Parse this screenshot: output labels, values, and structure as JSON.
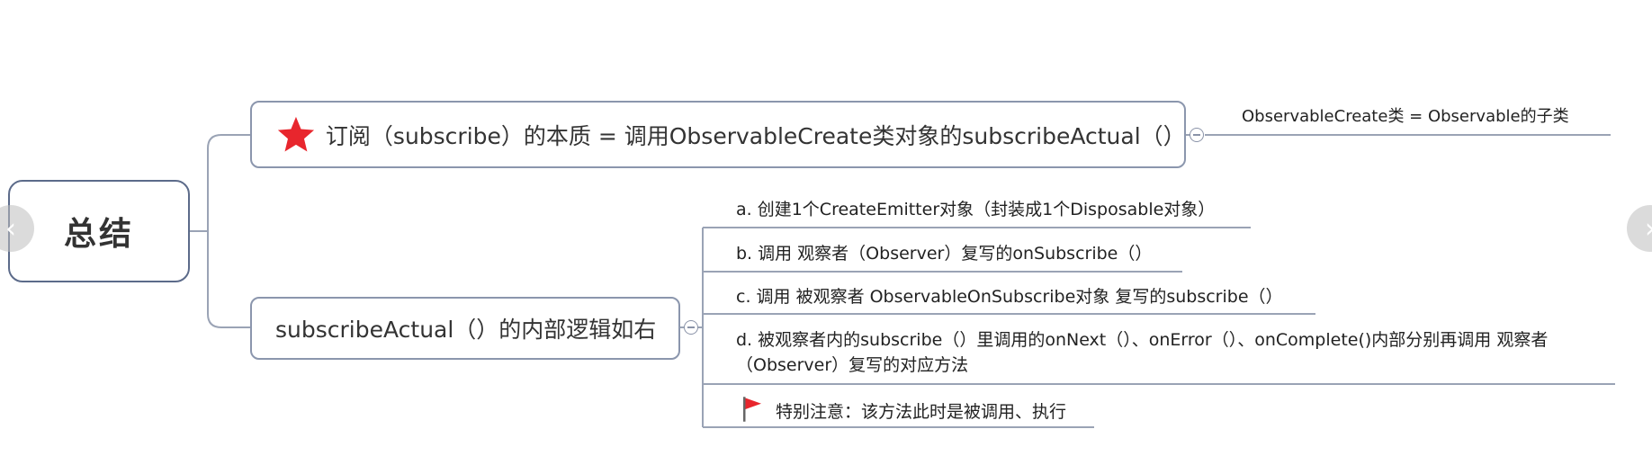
{
  "root": {
    "label": "总结"
  },
  "branches": [
    {
      "label": "订阅（subscribe）的本质 = 调用ObservableCreate类对象的subscribeActual（）",
      "marker": "star-icon"
    },
    {
      "label": "subscribeActual（）的内部逻辑如右"
    }
  ],
  "branch1_children": [
    {
      "label": "ObservableCreate类 = Observable的子类"
    }
  ],
  "branch2_children": [
    {
      "label": "a. 创建1个CreateEmitter对象（封装成1个Disposable对象）"
    },
    {
      "label": "b. 调用 观察者（Observer）复写的onSubscribe（）"
    },
    {
      "label": "c. 调用 被观察者 ObservableOnSubscribe对象 复写的subscribe（）"
    },
    {
      "label": "d. 被观察者内的subscribe（）里调用的onNext（）、onError（）、onComplete()内部分别再调用 观察者（Observer）复写的对应方法"
    },
    {
      "label": "特别注意：该方法此时是被调用、执行",
      "marker": "flag-icon"
    }
  ],
  "colors": {
    "node_border": "#5c6b8a",
    "connector": "#9aa3b5",
    "star": "#e8262d",
    "flag": "#e8262d"
  },
  "nav": {
    "prev_icon": "chevron-left-icon",
    "next_icon": "chevron-right-icon"
  }
}
